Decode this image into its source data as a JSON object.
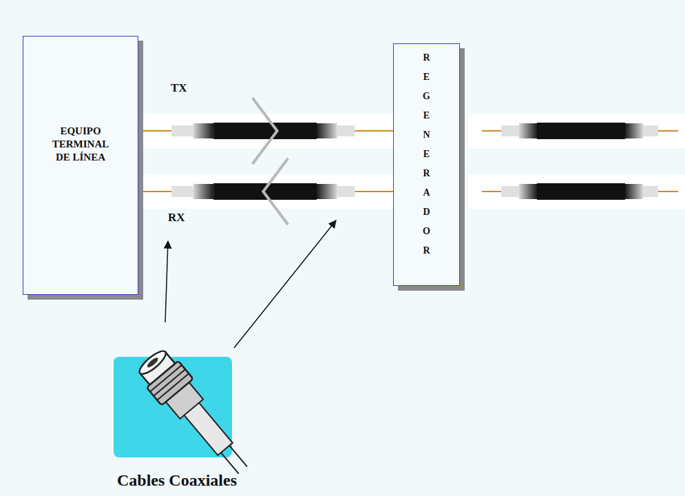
{
  "diagram": {
    "nodes": [
      {
        "text": [
          "EQUIPO TERMINAL DE LÍNEA"
        ]
      },
      {
        "text": [
          "REGENERADOR"
        ]
      }
    ],
    "edges": [
      {
        "from": 0,
        "to": 1,
        "arrow": "to"
      },
      {
        "from": 1,
        "to": 0,
        "arrow": "to"
      }
    ],
    "labels": [
      "TX",
      "RX",
      "Cables Coaxiales"
    ]
  }
}
